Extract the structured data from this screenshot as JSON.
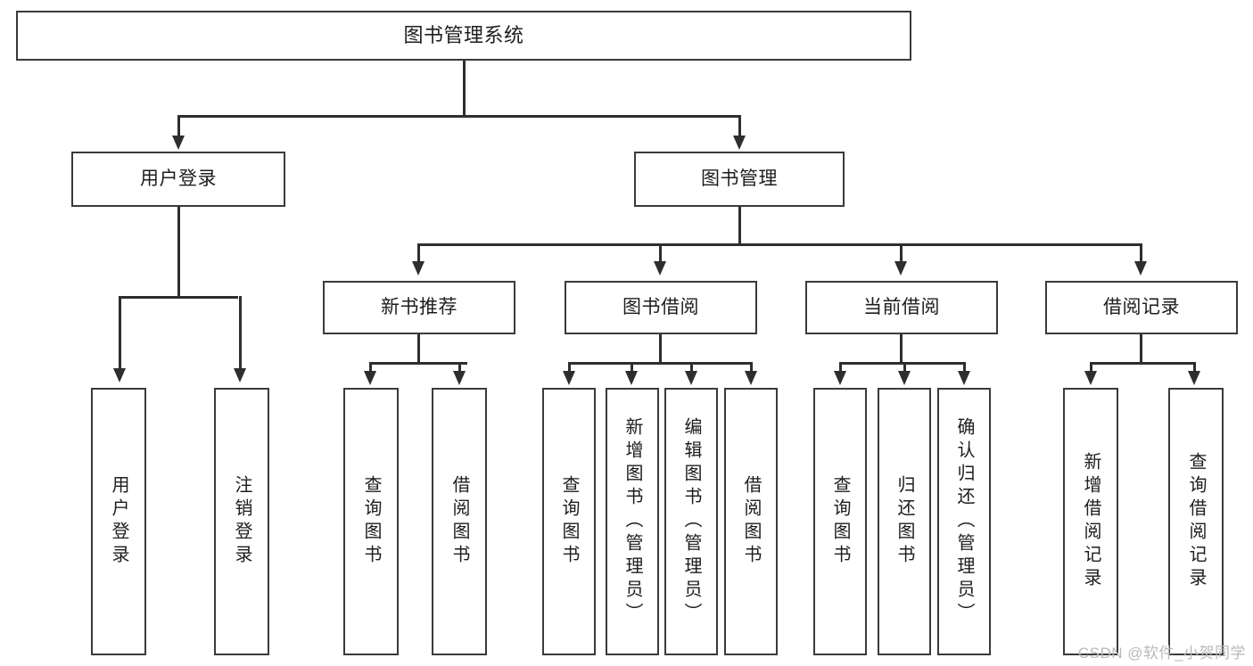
{
  "diagram": {
    "title": "图书管理系统",
    "type": "hierarchy-tree",
    "root": {
      "label": "图书管理系统"
    },
    "level2": [
      {
        "label": "用户登录"
      },
      {
        "label": "图书管理"
      }
    ],
    "level3": [
      {
        "label": "新书推荐"
      },
      {
        "label": "图书借阅"
      },
      {
        "label": "当前借阅"
      },
      {
        "label": "借阅记录"
      }
    ],
    "leaves": {
      "user_login": [
        {
          "label": "用户登录"
        },
        {
          "label": "注销登录"
        }
      ],
      "new_book_recommend": [
        {
          "label": "查询图书"
        },
        {
          "label": "借阅图书"
        }
      ],
      "book_borrow": [
        {
          "label": "查询图书"
        },
        {
          "label": "新增图书（管理员）"
        },
        {
          "label": "编辑图书（管理员）"
        },
        {
          "label": "借阅图书"
        }
      ],
      "current_borrow": [
        {
          "label": "查询图书"
        },
        {
          "label": "归还图书"
        },
        {
          "label": "确认归还（管理员）"
        }
      ],
      "borrow_record": [
        {
          "label": "新增借阅记录"
        },
        {
          "label": "查询借阅记录"
        }
      ]
    }
  },
  "watermark": {
    "text": "CSDN @软件_小贺同学"
  },
  "colors": {
    "box_border": "#3a3a3a",
    "connector": "#2e2e2e",
    "text": "#1d1d1d",
    "background": "#ffffff",
    "watermark": "#b9b9b9"
  }
}
